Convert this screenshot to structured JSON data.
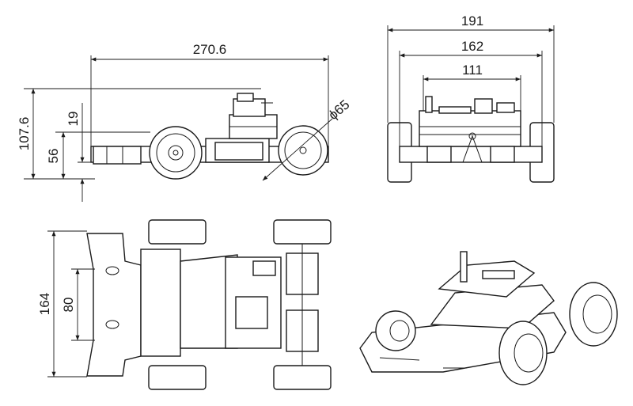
{
  "dimensions": {
    "side_length": "270.6",
    "side_height": "107.6",
    "side_clearance": "19",
    "side_axle_height": "56",
    "wheel_diameter": "ϕ65",
    "front_overall_width": "191",
    "front_track_width": "162",
    "front_chassis_width": "111",
    "top_length": "164",
    "top_width": "80"
  }
}
